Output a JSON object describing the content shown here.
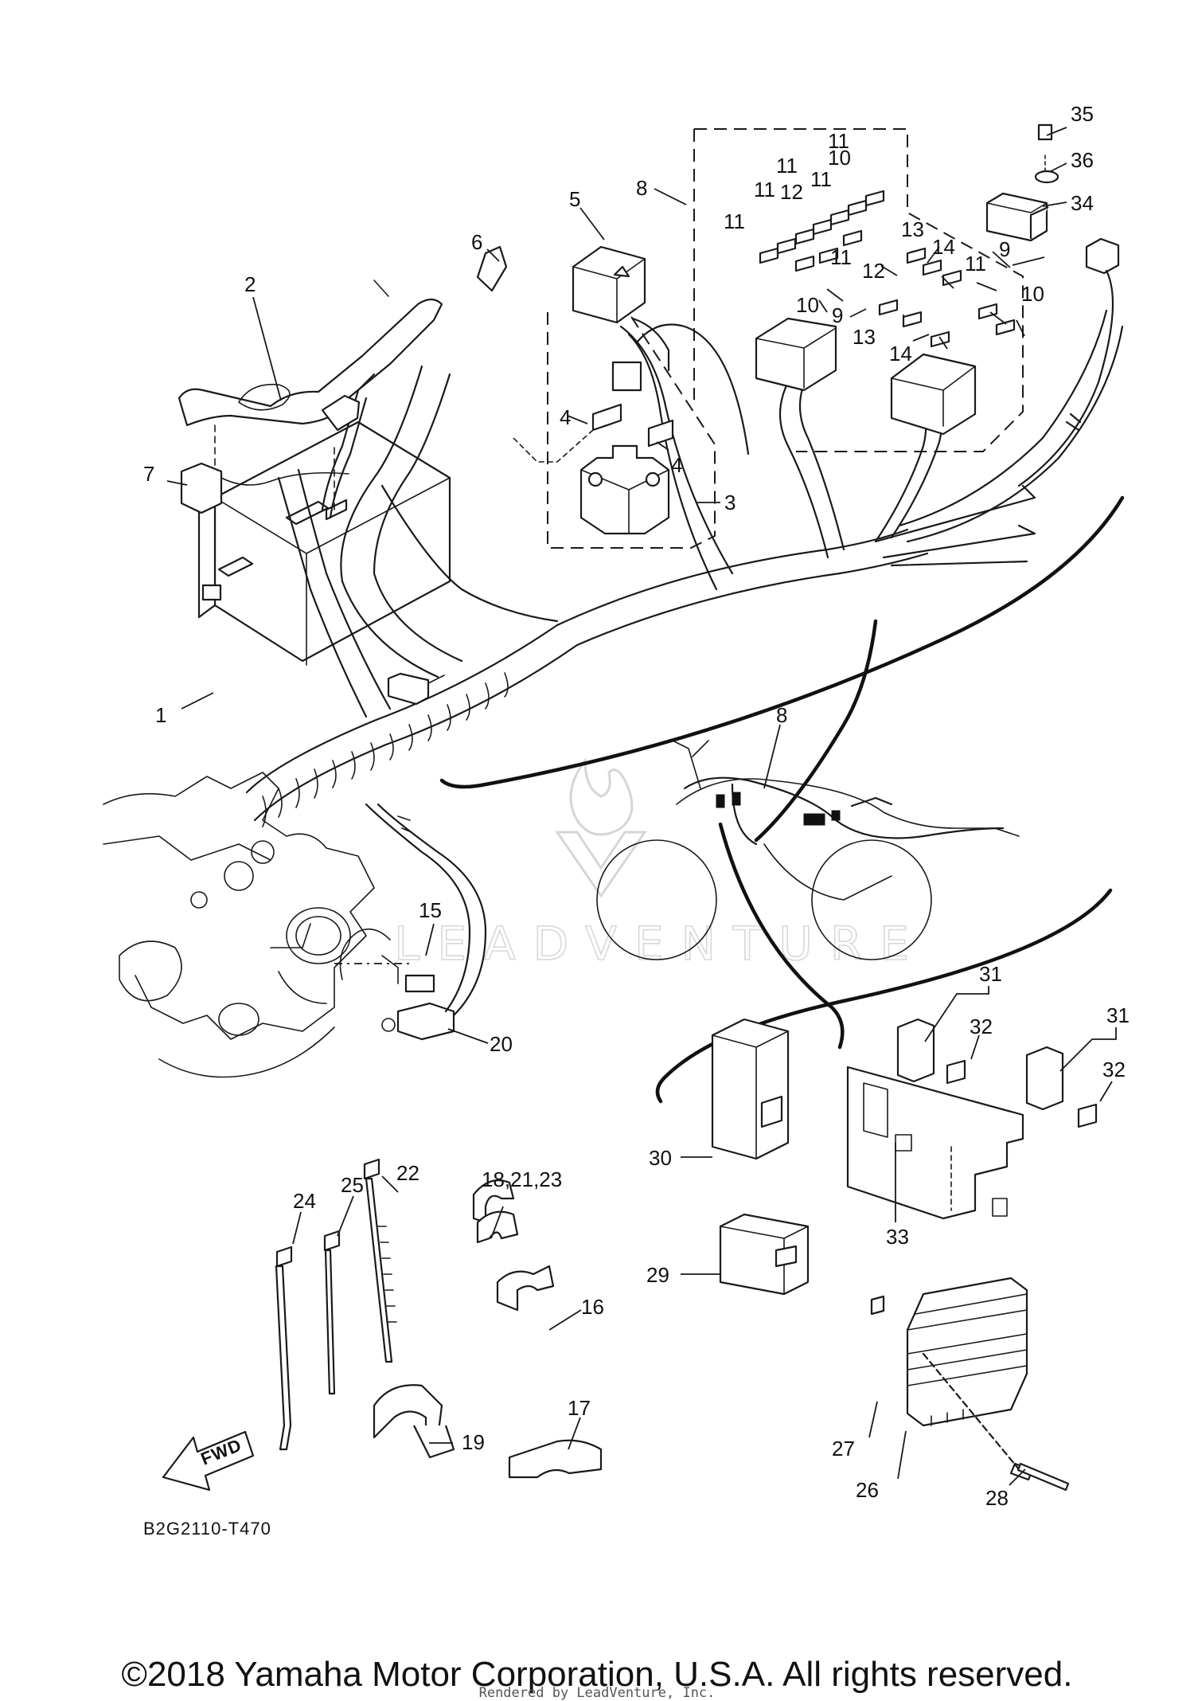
{
  "diagram": {
    "drawing_code": "B2G2110-T470",
    "direction_label": "FWD",
    "watermark": "LEADVENTURE",
    "callouts": [
      "1",
      "2",
      "3",
      "4",
      "4",
      "5",
      "6",
      "7",
      "8",
      "8",
      "9",
      "9",
      "10",
      "10",
      "10",
      "11",
      "11",
      "11",
      "11",
      "11",
      "11",
      "11",
      "12",
      "12",
      "13",
      "13",
      "14",
      "14",
      "15",
      "16",
      "17",
      "18,21,23",
      "19",
      "20",
      "22",
      "24",
      "25",
      "26",
      "27",
      "28",
      "29",
      "30",
      "31",
      "31",
      "32",
      "32",
      "33",
      "34",
      "35",
      "36"
    ]
  },
  "footer": {
    "copyright": "©2018 Yamaha Motor Corporation, U.S.A. All rights reserved.",
    "rendered_by": "Rendered by LeadVenture, Inc."
  }
}
